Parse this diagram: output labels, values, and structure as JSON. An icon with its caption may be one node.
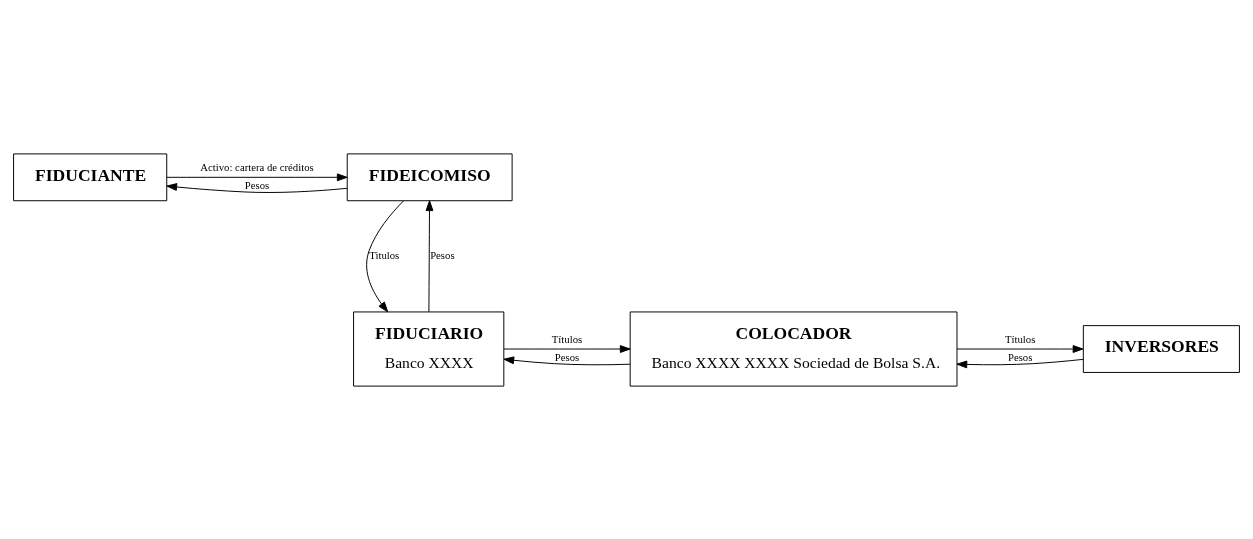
{
  "diagram": {
    "nodes": [
      {
        "text": [
          "FIDUCIANTE"
        ]
      },
      {
        "text": [
          "FIDEICOMISO"
        ]
      },
      {
        "text": [
          "INVERSORES"
        ]
      },
      {
        "text": [
          "COLOCADOR",
          "Banco XXXX XXXX Sociedad de Bolsa S.A."
        ]
      },
      {
        "text": [
          "FIDUCIARIO",
          "Banco XXXX"
        ]
      }
    ],
    "edges": [
      {
        "from": 0,
        "to": 1,
        "arrow": "to",
        "label": "Activo: cartera de créditos"
      },
      {
        "from": 1,
        "to": 0,
        "arrow": "to",
        "label": "Pesos"
      },
      {
        "from": 1,
        "to": 4,
        "arrow": "to",
        "label": "Titulos"
      },
      {
        "from": 4,
        "to": 1,
        "arrow": "to",
        "label": "Pesos"
      },
      {
        "from": 2,
        "to": 3,
        "arrow": "to",
        "label": "Pesos"
      },
      {
        "from": 3,
        "to": 2,
        "arrow": "to",
        "label": "Títulos"
      },
      {
        "from": 3,
        "to": 4,
        "arrow": "to",
        "label": "Pesos"
      },
      {
        "from": 4,
        "to": 3,
        "arrow": "to",
        "label": "Títulos"
      }
    ]
  }
}
